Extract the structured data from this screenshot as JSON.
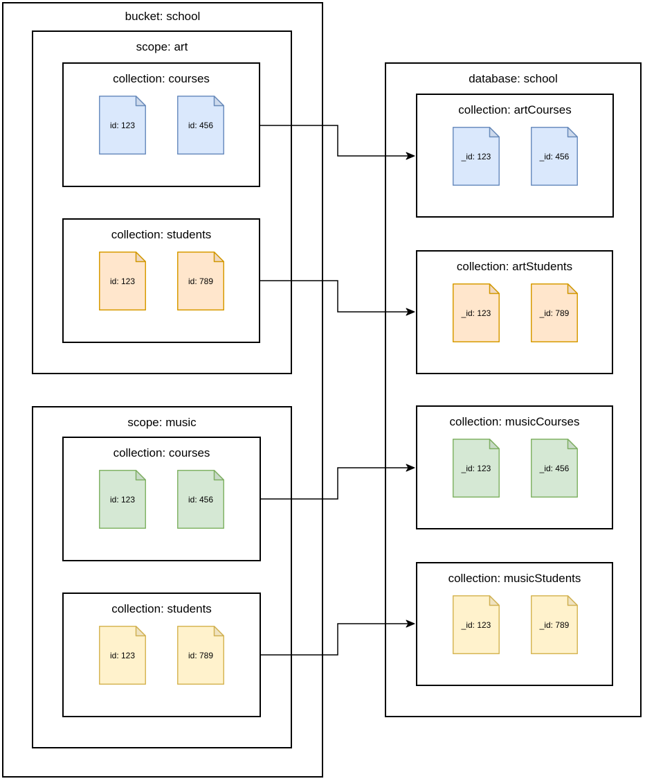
{
  "bucket": {
    "title": "bucket: school",
    "scopes": [
      {
        "title": "scope: art",
        "collections": [
          {
            "title": "collection: courses",
            "color": "blue",
            "docs": [
              "id: 123",
              "id: 456"
            ]
          },
          {
            "title": "collection: students",
            "color": "orange",
            "docs": [
              "id: 123",
              "id: 789"
            ]
          }
        ]
      },
      {
        "title": "scope: music",
        "collections": [
          {
            "title": "collection: courses",
            "color": "green",
            "docs": [
              "id: 123",
              "id: 456"
            ]
          },
          {
            "title": "collection: students",
            "color": "yellow",
            "docs": [
              "id: 123",
              "id: 789"
            ]
          }
        ]
      }
    ]
  },
  "database": {
    "title": "database: school",
    "collections": [
      {
        "title": "collection: artCourses",
        "color": "blue",
        "docs": [
          "_id: 123",
          "_id: 456"
        ]
      },
      {
        "title": "collection: artStudents",
        "color": "orange",
        "docs": [
          "_id: 123",
          "_id: 789"
        ]
      },
      {
        "title": "collection: musicCourses",
        "color": "green",
        "docs": [
          "_id: 123",
          "_id: 456"
        ]
      },
      {
        "title": "collection: musicStudents",
        "color": "yellow",
        "docs": [
          "_id: 123",
          "_id: 789"
        ]
      }
    ]
  },
  "mappings": [
    {
      "from": "bucket school / scope art / collection courses",
      "to": "database school / collection artCourses"
    },
    {
      "from": "bucket school / scope art / collection students",
      "to": "database school / collection artStudents"
    },
    {
      "from": "bucket school / scope music / collection courses",
      "to": "database school / collection musicCourses"
    },
    {
      "from": "bucket school / scope music / collection students",
      "to": "database school / collection musicStudents"
    }
  ],
  "colors": {
    "blue": {
      "fill": "#dae8fc",
      "stroke": "#6c8ebf"
    },
    "orange": {
      "fill": "#ffe6cc",
      "stroke": "#d79b00"
    },
    "green": {
      "fill": "#d5e8d4",
      "stroke": "#82b366"
    },
    "yellow": {
      "fill": "#fff2cc",
      "stroke": "#d6b656"
    },
    "box_border": "#000000",
    "connector": "#000000",
    "background": "#ffffff"
  }
}
